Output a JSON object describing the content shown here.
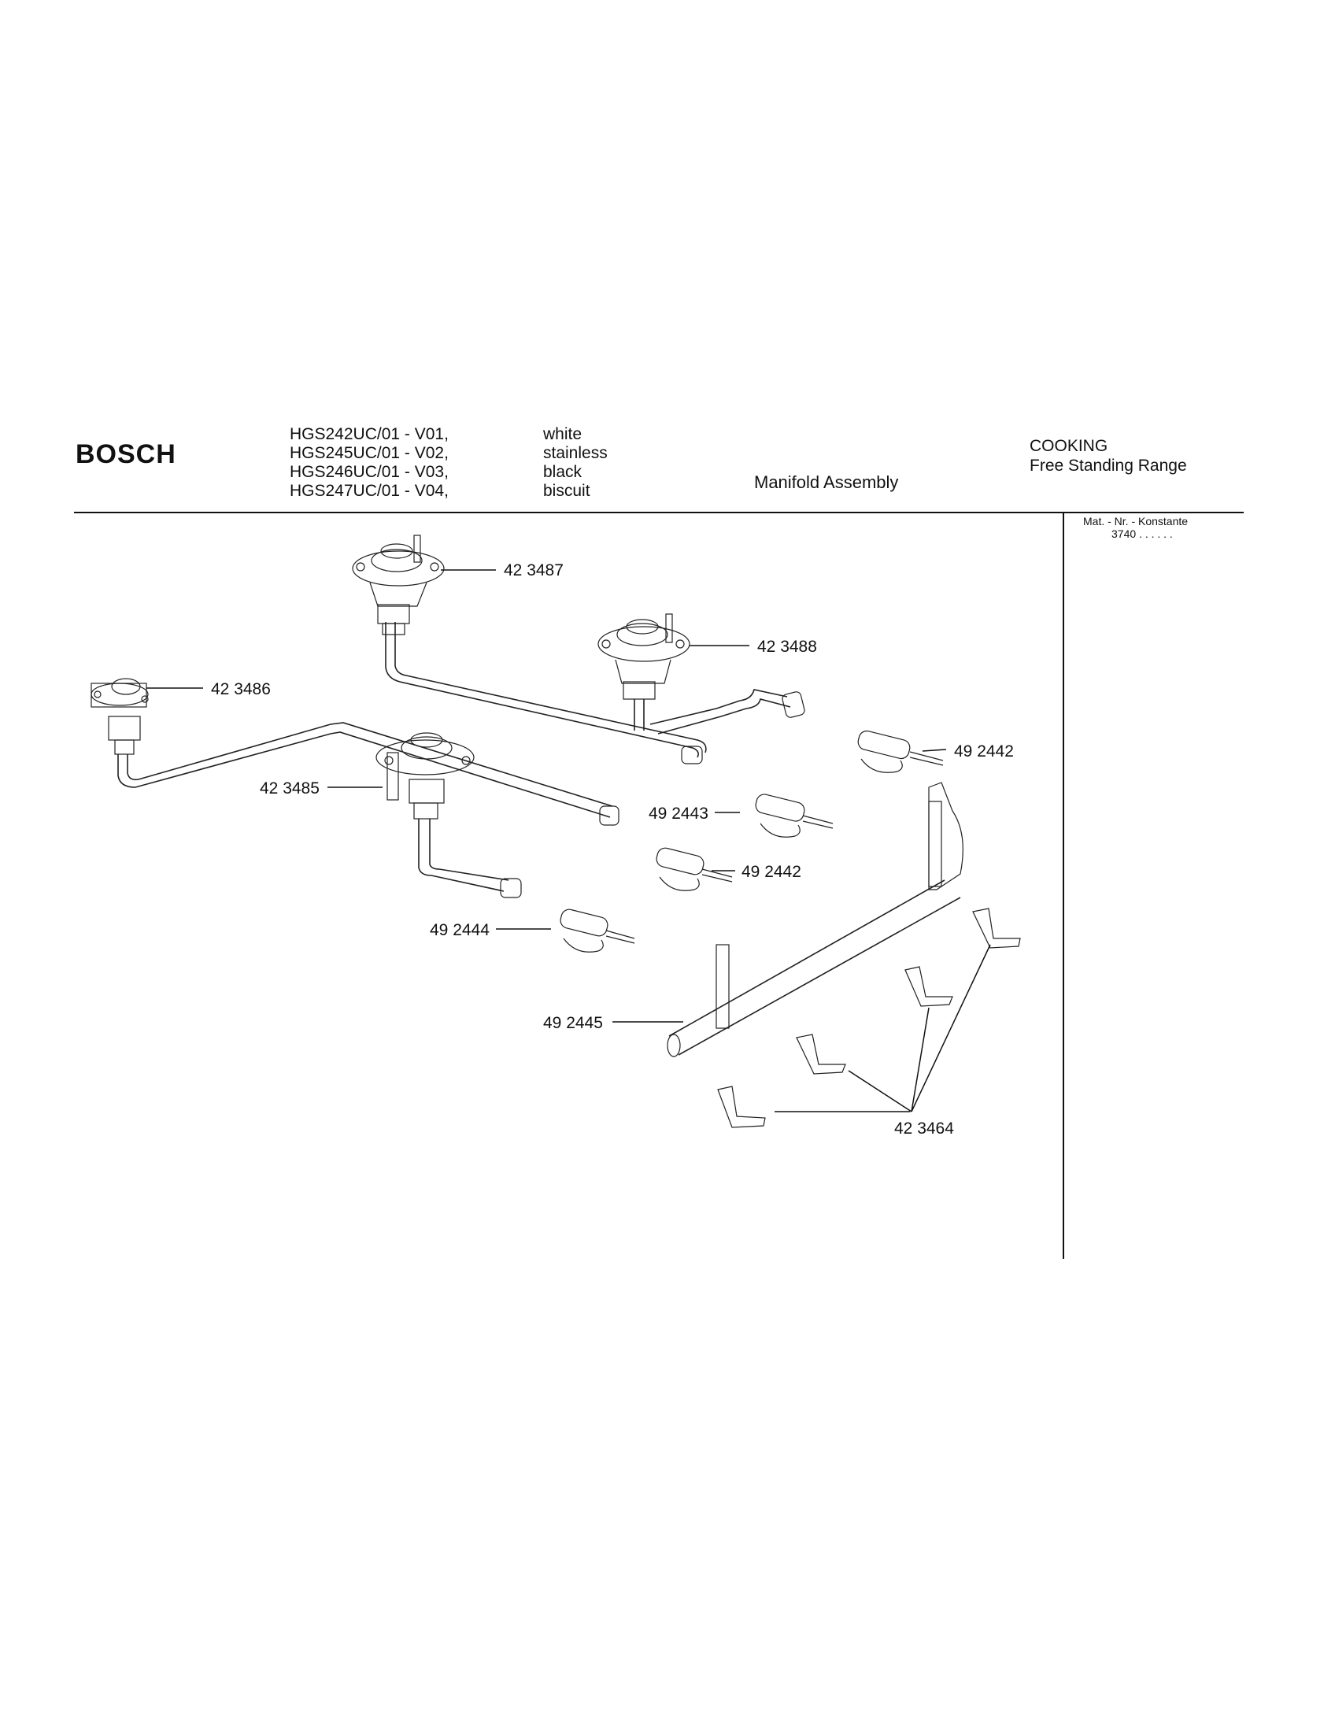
{
  "header": {
    "brand": "BOSCH",
    "models": [
      "HGS242UC/01 - V01,",
      "HGS245UC/01 - V02,",
      "HGS246UC/01 - V03,",
      "HGS247UC/01 - V04,"
    ],
    "colors": [
      "white",
      "stainless",
      "black",
      "biscuit"
    ],
    "title": "Manifold Assembly",
    "category_line1": "COOKING",
    "category_line2": "Free Standing Range"
  },
  "side_panel": {
    "label": "Mat. - Nr. - Konstante",
    "number": "3740 . .   . . . ."
  },
  "parts": {
    "p423487": "42 3487",
    "p423488": "42 3488",
    "p423486": "42 3486",
    "p423485": "42 3485",
    "p492442a": "49 2442",
    "p492443": "49 2443",
    "p492442b": "49 2442",
    "p492444": "49 2444",
    "p492445": "49 2445",
    "p423464": "42 3464"
  }
}
